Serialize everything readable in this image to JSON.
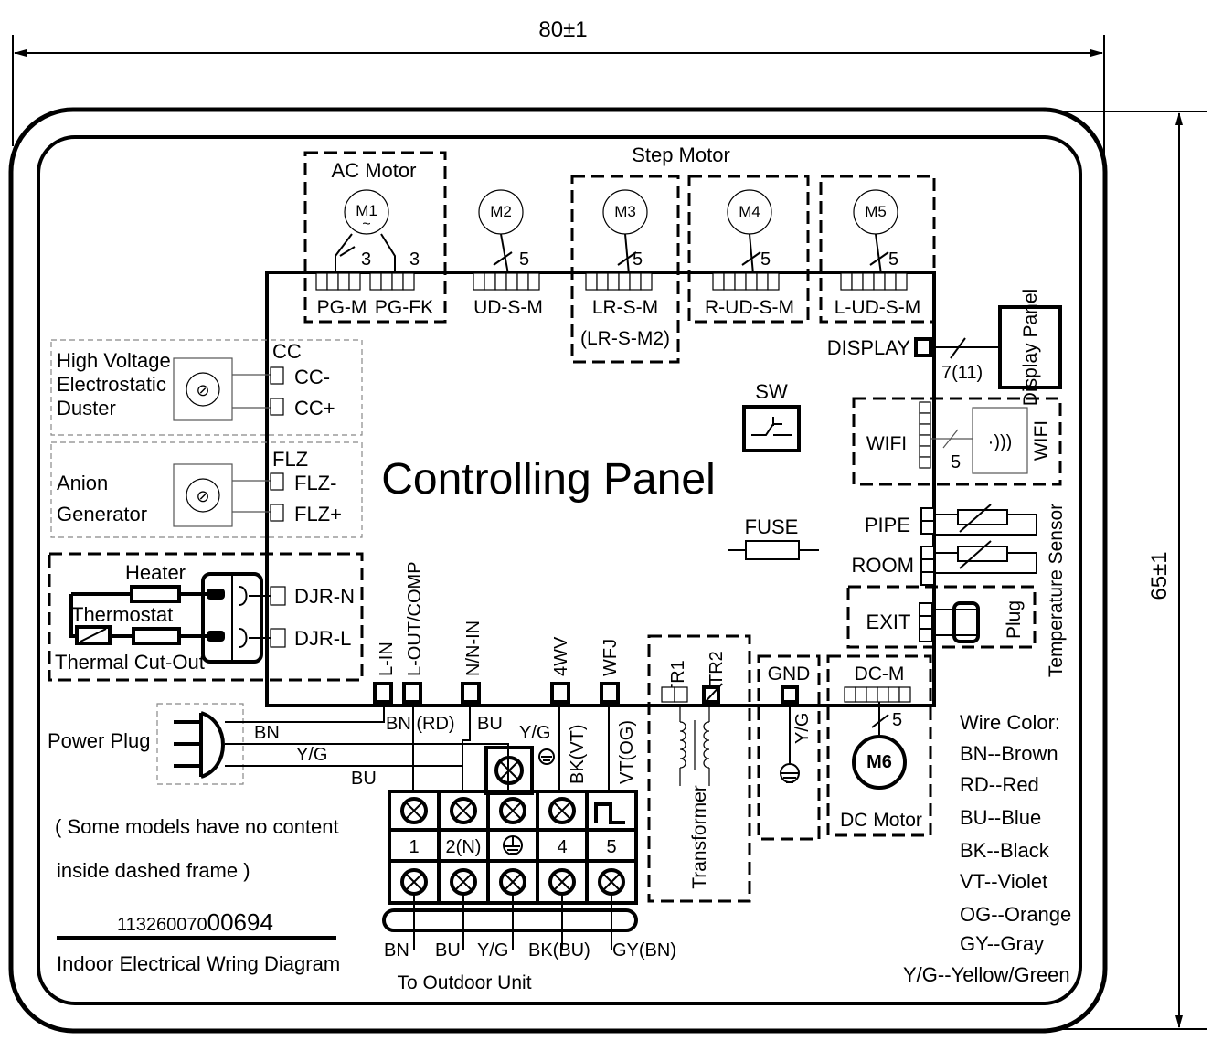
{
  "dimensions": {
    "width_label": "80±1",
    "height_label": "65±1"
  },
  "title": "Controlling Panel",
  "motors": {
    "ac_motor": "AC Motor",
    "step_motor": "Step Motor",
    "m1": "M1",
    "m2": "M2",
    "m3": "M3",
    "m4": "M4",
    "m5": "M5",
    "m6": "M6",
    "m1_w1": "3",
    "m1_w2": "3",
    "m2_w": "5",
    "m3_w": "5",
    "m4_w": "5",
    "m5_w": "5",
    "m6_w": "5",
    "dc_motor": "DC Motor"
  },
  "connectors": {
    "pg_m": "PG-M",
    "pg_fk": "PG-FK",
    "ud_s_m": "UD-S-M",
    "lr_s_m": "LR-S-M",
    "lr_s_m2": "(LR-S-M2)",
    "r_ud_s_m": "R-UD-S-M",
    "l_ud_s_m": "L-UD-S-M",
    "display": "DISPLAY",
    "display_wires": "7(11)",
    "display_panel": "Display Panel",
    "sw": "SW",
    "fuse": "FUSE",
    "wifi": "WIFI",
    "wifi_wires": "5",
    "wifi_module": "WIFI",
    "pipe": "PIPE",
    "room": "ROOM",
    "temp_sensor": "Temperature Sensor",
    "exit": "EXIT",
    "plug": "Plug",
    "cc": "CC",
    "cc_minus": "CC-",
    "cc_plus": "CC+",
    "flz": "FLZ",
    "flz_minus": "FLZ-",
    "flz_plus": "FLZ+",
    "djr_n": "DJR-N",
    "djr_l": "DJR-L",
    "l_in": "L-IN",
    "l_out": "L-OUT/COMP",
    "n_in": "N/N-IN",
    "fourwv": "4WV",
    "wfj": "WFJ",
    "tr1": "TR1",
    "tr2": "TR2",
    "transformer": "Transformer",
    "gnd": "GND",
    "dc_m": "DC-M"
  },
  "devices": {
    "hv_duster": [
      "High Voltage",
      "Electrostatic",
      "Duster"
    ],
    "anion": [
      "Anion",
      "Generator"
    ],
    "heater": "Heater",
    "thermostat": "Thermostat",
    "cutout": "Thermal Cut-Out",
    "power_plug": "Power Plug"
  },
  "wires": {
    "bn": "BN",
    "yg": "Y/G",
    "bu": "BU",
    "bn_rd": "BN (RD)",
    "bu2": "BU",
    "yg2": "Y/G",
    "bk_vt": "BK(VT)",
    "vt_og": "VT(OG)",
    "gnd_yg": "Y/G"
  },
  "terminal": {
    "labels": [
      "1",
      "2(N)",
      "4",
      "5"
    ],
    "bottom": [
      "BN",
      "BU",
      "Y/G",
      "BK(BU)",
      "GY(BN)"
    ],
    "to_outdoor": "To Outdoor Unit"
  },
  "notes": {
    "models_line1": "( Some models have no content",
    "models_line2": "inside  dashed frame )",
    "code_a": "113260070",
    "code_b": "00694",
    "diagram_name": "Indoor Electrical Wring Diagram"
  },
  "legend": {
    "title": "Wire Color:",
    "items": [
      "BN--Brown",
      "RD--Red",
      "BU--Blue",
      "BK--Black",
      "VT--Violet",
      "OG--Orange",
      "GY--Gray",
      "Y/G--Yellow/Green"
    ]
  }
}
